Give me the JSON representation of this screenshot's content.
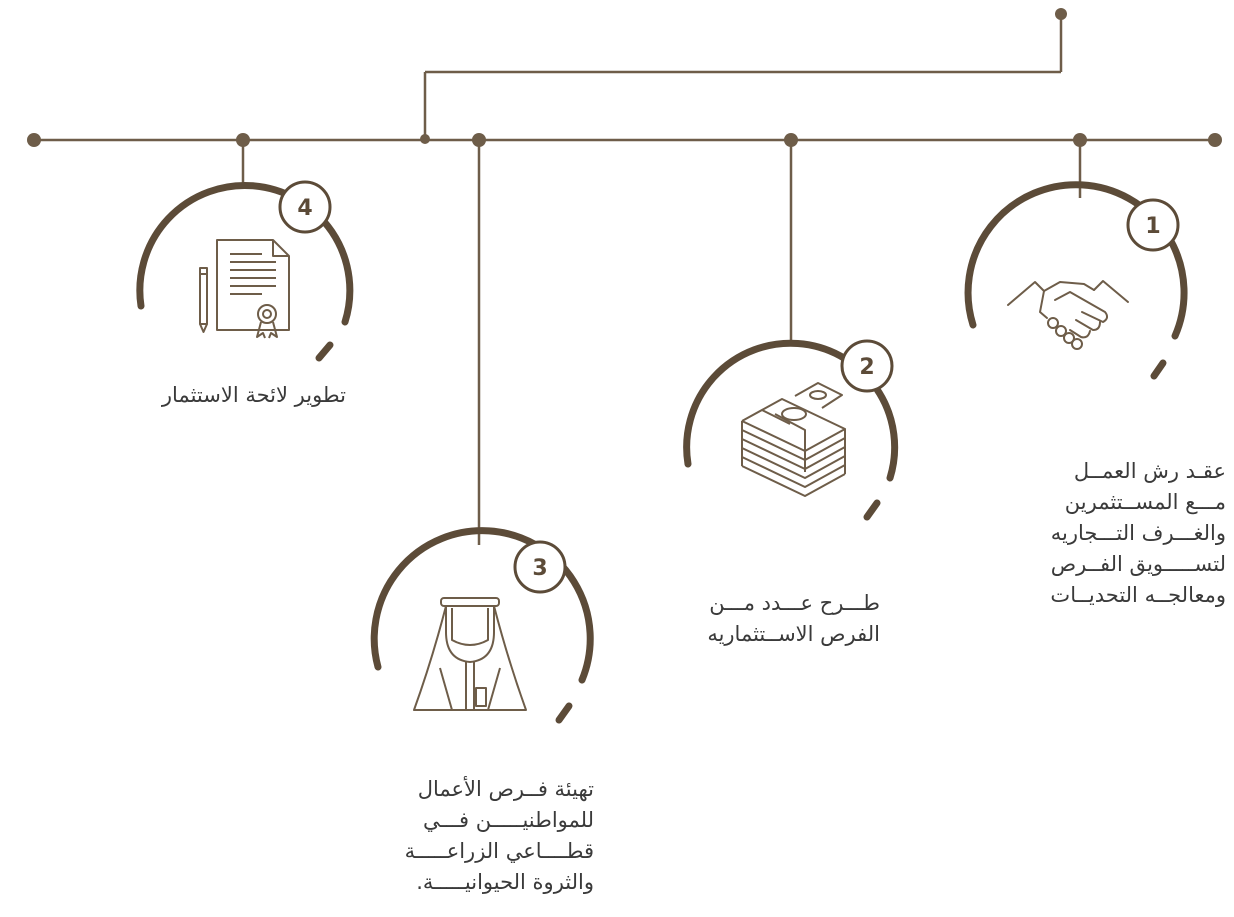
{
  "colors": {
    "line": "#6e5d49",
    "arc": "#5c4b38",
    "icon": "#6e5d49",
    "text": "#3a3a3a"
  },
  "steps": [
    {
      "number": "1",
      "icon": "handshake-icon",
      "lines": [
        "عقـد رش العمــل",
        "مـــع المســتثمرين",
        "والغـــرف التـــجاريه",
        "لتســـــويق الفــرص",
        "ومعالجــه التحديــات"
      ]
    },
    {
      "number": "2",
      "icon": "money-stack-icon",
      "lines": [
        "طـــرح عـــدد مـــن",
        "الفرص الاســتثماريه"
      ]
    },
    {
      "number": "3",
      "icon": "citizen-icon",
      "lines": [
        "تهيئة فــرص الأعمال",
        "للمواطنيـــــن فـــي",
        "قطــــاعي الزراعـــــة",
        "والثروة الحيوانيـــــة."
      ]
    },
    {
      "number": "4",
      "icon": "certificate-icon",
      "lines": [
        "تطوير لائحة الاستثمار"
      ]
    }
  ]
}
